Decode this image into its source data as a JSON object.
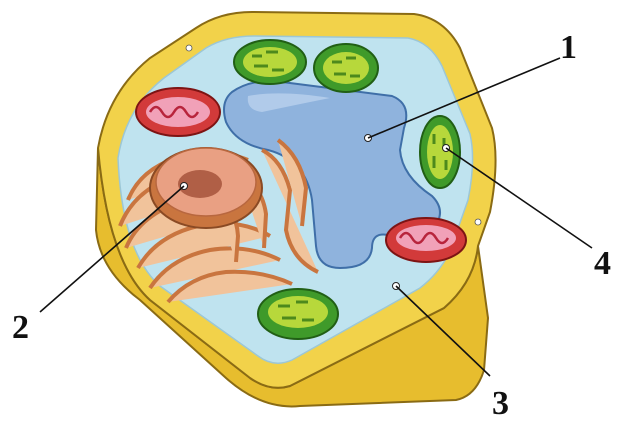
{
  "diagram": {
    "labels": [
      {
        "id": "1",
        "text": "1"
      },
      {
        "id": "2",
        "text": "2"
      },
      {
        "id": "3",
        "text": "3"
      },
      {
        "id": "4",
        "text": "4"
      }
    ]
  },
  "colors": {
    "cell_wall_outer": "#f2d24a",
    "cell_wall_side": "#e7bd2e",
    "cell_wall_edge": "#8a6b14",
    "cytoplasm": "#bfe3ef",
    "vacuole": "#8fb3dd",
    "vacuole_edge": "#3f6fa8",
    "nucleus": "#e9a083",
    "nucleus_center": "#9c4a32",
    "golgi": "#c9753f",
    "golgi_light": "#f1c39b",
    "chloroplast": "#3f9a2a",
    "chloroplast_inner": "#b7d83b",
    "mitochondrion": "#d23a3a",
    "mitochondrion_inner": "#f1a1b8",
    "leader_line": "#111111"
  }
}
